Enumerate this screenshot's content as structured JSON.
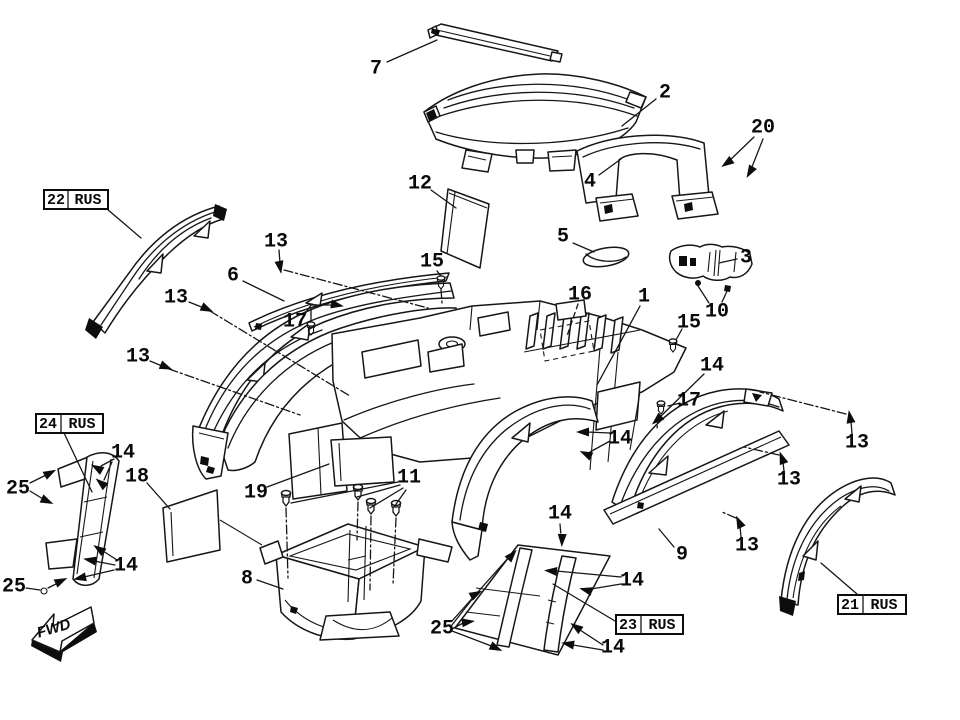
{
  "diagram": {
    "background": "#ffffff",
    "ink": "#161616",
    "boxed_labels": [
      {
        "num": "22",
        "region": "RUS"
      },
      {
        "num": "24",
        "region": "RUS"
      },
      {
        "num": "23",
        "region": "RUS"
      },
      {
        "num": "21",
        "region": "RUS"
      }
    ],
    "fwd": {
      "label": "FWD"
    },
    "callouts": [
      {
        "label": "7"
      },
      {
        "label": "2"
      },
      {
        "label": "20"
      },
      {
        "label": "4"
      },
      {
        "label": "12"
      },
      {
        "label": "5"
      },
      {
        "label": "3"
      },
      {
        "label": "13"
      },
      {
        "label": "15"
      },
      {
        "label": "6"
      },
      {
        "label": "13"
      },
      {
        "label": "16"
      },
      {
        "label": "1"
      },
      {
        "label": "10"
      },
      {
        "label": "15"
      },
      {
        "label": "17"
      },
      {
        "label": "13"
      },
      {
        "label": "14"
      },
      {
        "label": "17"
      },
      {
        "label": "13"
      },
      {
        "label": "13"
      },
      {
        "label": "14"
      },
      {
        "label": "14"
      },
      {
        "label": "13"
      },
      {
        "label": "9"
      },
      {
        "label": "14"
      },
      {
        "label": "14"
      },
      {
        "label": "25"
      },
      {
        "label": "19"
      },
      {
        "label": "11"
      },
      {
        "label": "8"
      },
      {
        "label": "18"
      },
      {
        "label": "14"
      },
      {
        "label": "25"
      },
      {
        "label": "14"
      },
      {
        "label": "25"
      }
    ]
  }
}
